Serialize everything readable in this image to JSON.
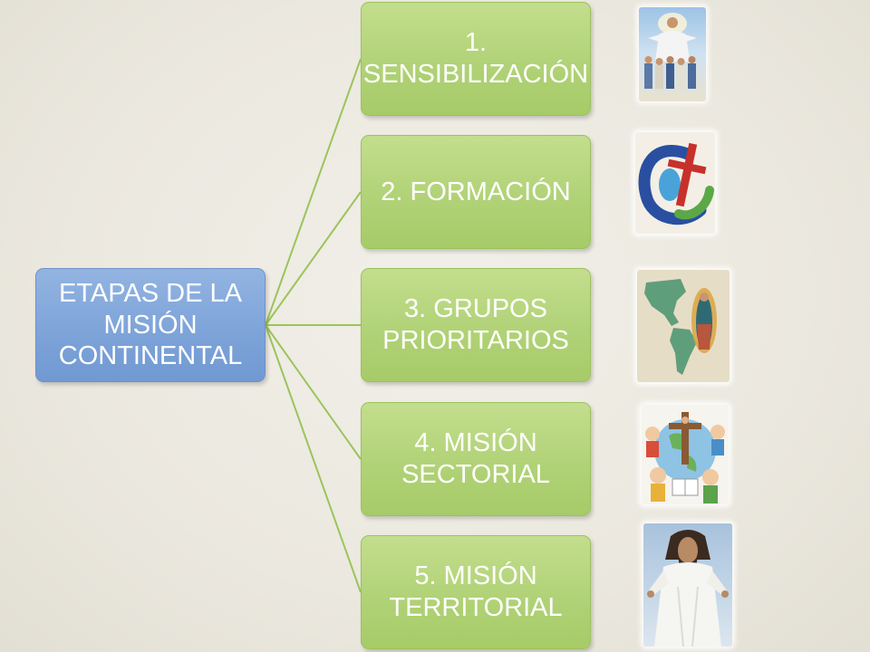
{
  "diagram": {
    "root": {
      "label": "ETAPAS DE LA MISIÓN CONTINENTAL"
    },
    "steps": [
      {
        "label": "1. SENSIBILIZACIÓN",
        "image": "jesus-with-children-illustration"
      },
      {
        "label": "2. FORMACIÓN",
        "image": "mission-logo-cross"
      },
      {
        "label": "3. GRUPOS PRIORITARIOS",
        "image": "americas-map-virgin-of-guadalupe"
      },
      {
        "label": "4. MISIÓN SECTORIAL",
        "image": "children-around-cross-illustration"
      },
      {
        "label": "5. MISIÓN TERRITORIAL",
        "image": "risen-jesus-photo"
      }
    ]
  },
  "colors": {
    "root_fill": "#7ea4d9",
    "step_fill": "#b1d277",
    "connector": "#9bc45a",
    "text": "#ffffff",
    "background": "#ebe8df"
  }
}
